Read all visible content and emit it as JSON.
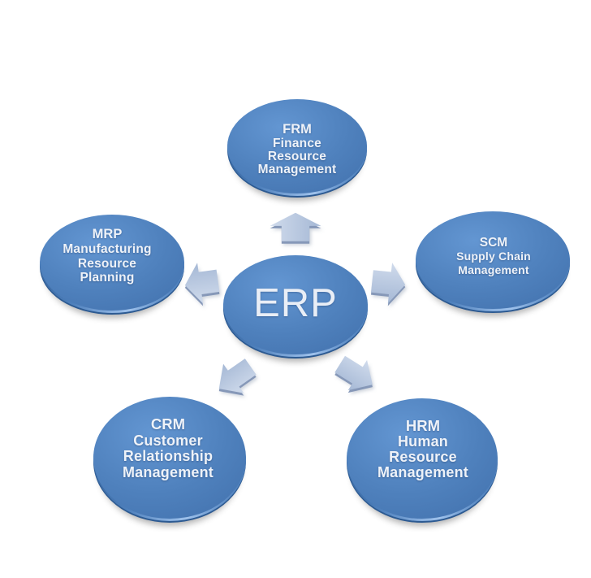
{
  "diagram": {
    "title": "ERP",
    "center": {
      "label": "ERP"
    },
    "nodes": [
      {
        "id": "frm",
        "abbr": "FRM",
        "lines": [
          "Finance",
          "Resource",
          "Management"
        ]
      },
      {
        "id": "mrp",
        "abbr": "MRP",
        "lines": [
          "Manufacturing",
          "Resource",
          "Planning"
        ]
      },
      {
        "id": "scm",
        "abbr": "SCM",
        "lines": [
          "Supply Chain",
          "Management"
        ]
      },
      {
        "id": "crm",
        "abbr": "CRM",
        "lines": [
          "Customer",
          "Relationship",
          "Management"
        ]
      },
      {
        "id": "hrm",
        "abbr": "HRM",
        "lines": [
          "Human",
          "Resource",
          "Management"
        ]
      }
    ],
    "arrows": [
      {
        "from": "ERP",
        "to": "FRM",
        "direction": "up"
      },
      {
        "from": "ERP",
        "to": "MRP",
        "direction": "left"
      },
      {
        "from": "ERP",
        "to": "SCM",
        "direction": "right"
      },
      {
        "from": "ERP",
        "to": "CRM",
        "direction": "down-left"
      },
      {
        "from": "ERP",
        "to": "HRM",
        "direction": "down-right"
      }
    ]
  },
  "colors": {
    "background": "#ffffff",
    "disc": "#4f81bd",
    "disc_highlight": "#6396d2",
    "disc_shade": "#4676b2",
    "disc_edge": "#2c5a92",
    "disc_bevel": "#9fc2ec",
    "arrow_light": "#d0dbec",
    "arrow_dark": "#a5b8d5",
    "arrow_side": "#8698b8",
    "text": "#eef2f8"
  }
}
